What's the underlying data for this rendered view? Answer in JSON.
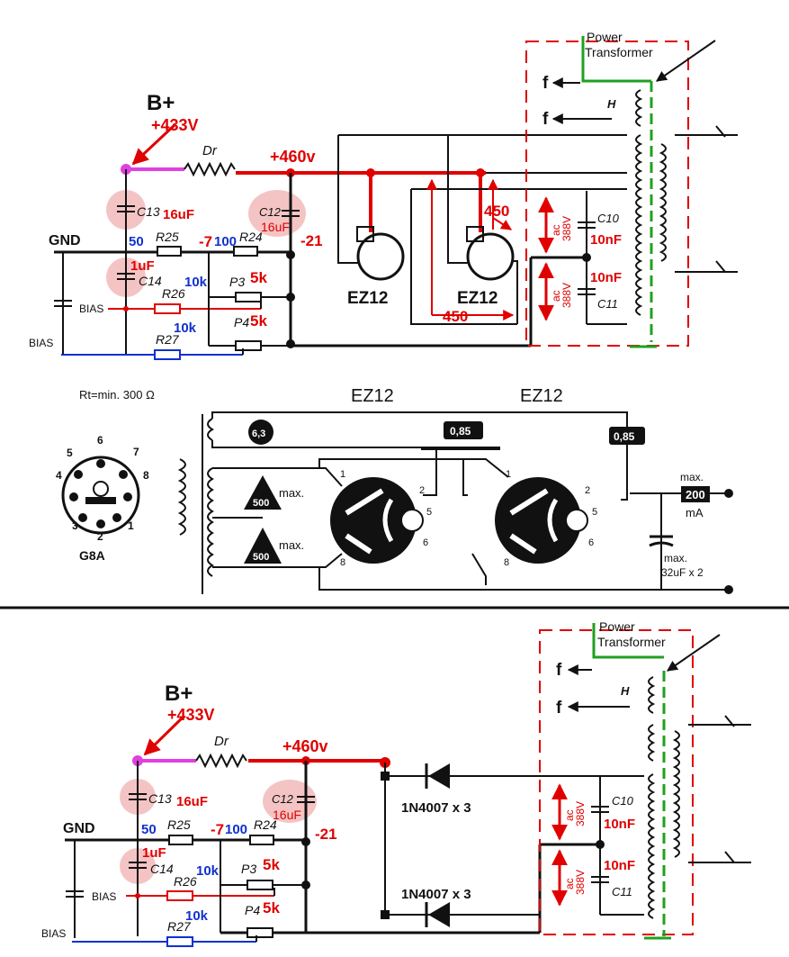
{
  "top": {
    "bplus": "B+",
    "b_voltage": "+433V",
    "dr": "Dr",
    "rail_voltage": "+460v",
    "c13": "C13",
    "c13_val": "16uF",
    "c12": "C12",
    "c12_val": "16uF",
    "gnd": "GND",
    "v50": "50",
    "r25": "R25",
    "vneg7": "-7",
    "v100": "100",
    "r24": "R24",
    "vneg21": "-21",
    "c14_val": "1uF",
    "c14": "C14",
    "k10a": "10k",
    "r26": "R26",
    "p3": "P3",
    "p3_val": "5k",
    "bias1": "BIAS",
    "k10b": "10k",
    "p4": "P4",
    "p4_val": "5k",
    "bias2": "BIAS",
    "r27": "R27",
    "tube1": "EZ12",
    "tube2": "EZ12",
    "v450a": "450",
    "v450b": "450",
    "ac1": "ac",
    "ac1_v": "388V",
    "c10": "C10",
    "c10_val": "10nF",
    "ac2": "ac",
    "ac2_v": "388V",
    "c11_val": "10nF",
    "c11": "C11",
    "pt1": "Power",
    "pt2": "Transformer",
    "f1": "f",
    "f2": "f",
    "h": "H"
  },
  "middle": {
    "rt": "Rt=min. 300 Ω",
    "tube1": "EZ12",
    "tube2": "EZ12",
    "v63": "6,3",
    "v085a": "0,85",
    "v085b": "0,85",
    "v500a": "500",
    "v500b": "500",
    "maxa": "max.",
    "maxb": "max.",
    "socket": "G8A",
    "maxc": "max.",
    "ma200": "200",
    "ma": "mA",
    "maxd": "max.",
    "cap": "32uF x 2",
    "pins": [
      "1",
      "2",
      "3",
      "4",
      "5",
      "6",
      "7",
      "8"
    ]
  },
  "bottom": {
    "bplus": "B+",
    "b_voltage": "+433V",
    "dr": "Dr",
    "rail_voltage": "+460v",
    "c13": "C13",
    "c13_val": "16uF",
    "c12": "C12",
    "c12_val": "16uF",
    "gnd": "GND",
    "v50": "50",
    "r25": "R25",
    "vneg7": "-7",
    "v100": "100",
    "r24": "R24",
    "vneg21": "-21",
    "c14_val": "1uF",
    "c14": "C14",
    "k10a": "10k",
    "r26": "R26",
    "p3": "P3",
    "p3_val": "5k",
    "bias1": "BIAS",
    "k10b": "10k",
    "p4": "P4",
    "p4_val": "5k",
    "bias2": "BIAS",
    "r27": "R27",
    "diode1": "1N4007 x 3",
    "diode2": "1N4007 x 3",
    "ac1": "ac",
    "ac1_v": "388V",
    "c10": "C10",
    "c10_val": "10nF",
    "ac2": "ac",
    "ac2_v": "388V",
    "c11_val": "10nF",
    "c11": "C11",
    "pt1": "Power",
    "pt2": "Transformer",
    "f1": "f",
    "f2": "f",
    "h": "H"
  },
  "colors": {
    "red": "#e00000",
    "blue": "#1030d0",
    "magenta": "#e040e0",
    "green": "#20a020",
    "pink": "#f4c4c4"
  }
}
